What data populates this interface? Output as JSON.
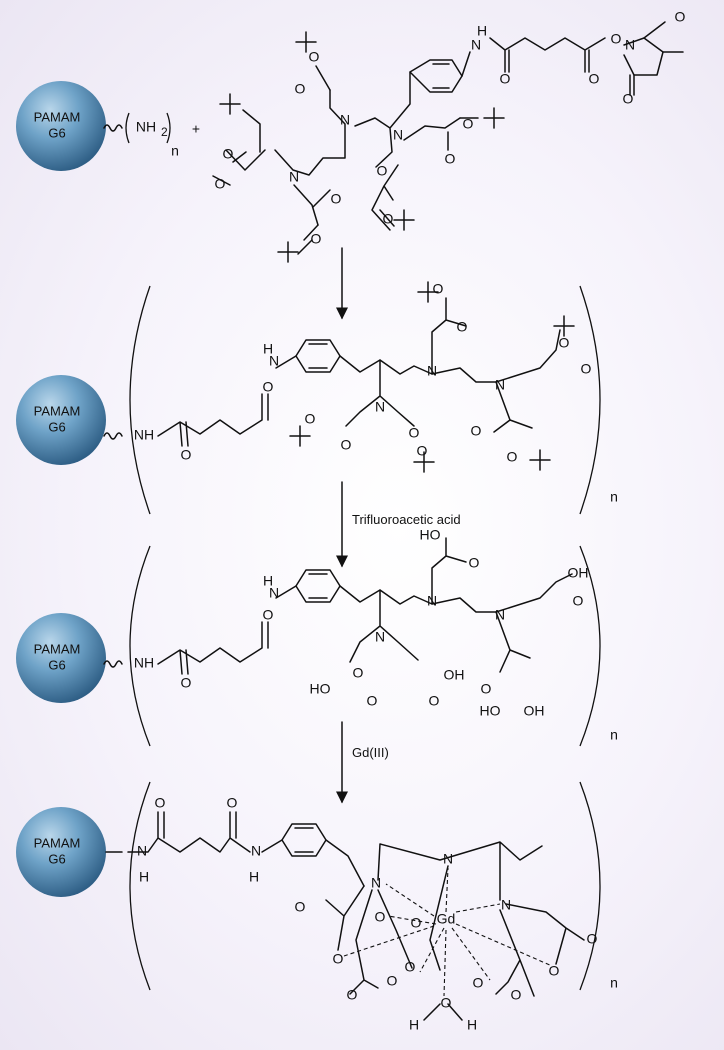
{
  "sphere": {
    "line1": "PAMAM",
    "line2": "G6"
  },
  "labels": {
    "nh2": "NH",
    "two": "2",
    "n": "n",
    "plus": "+",
    "O": "O",
    "N": "N",
    "H": "H",
    "NH": "NH",
    "OH": "OH",
    "HO": "HO",
    "Gd": "Gd"
  },
  "reagents": {
    "step2": "Trifluoroacetic acid",
    "step3": "Gd(III)"
  },
  "colors": {
    "sphere_light": "#b9d6ea",
    "sphere_mid": "#5f97bf",
    "sphere_dark": "#2f5f86",
    "background": "#f1eef7"
  }
}
